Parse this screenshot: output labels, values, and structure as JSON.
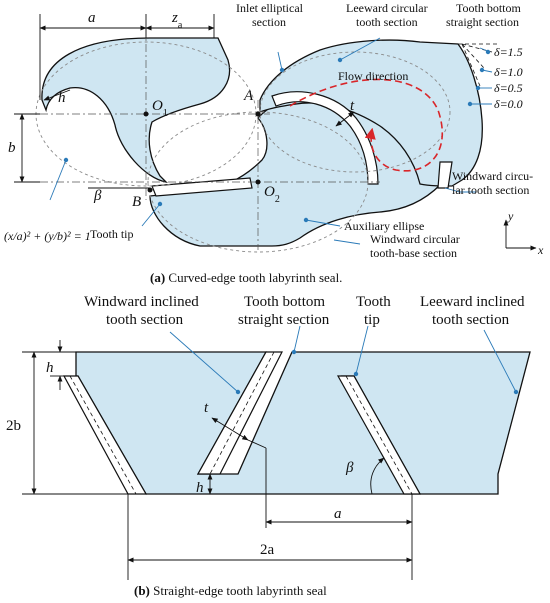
{
  "panel_a": {
    "labels": {
      "a": "a",
      "za": "z",
      "za_sub": "a",
      "h": "h",
      "b": "b",
      "beta": "β",
      "O1": "O",
      "O1_sub": "1",
      "O2": "O",
      "O2_sub": "2",
      "A": "A",
      "B": "B",
      "t": "t",
      "inlet": [
        "Inlet elliptical",
        "section"
      ],
      "leeward": [
        "Leeward circular",
        "tooth section"
      ],
      "bottom_straight": [
        "Tooth bottom",
        "straight section"
      ],
      "flow": "Flow direction",
      "windward_circ": [
        "Windward circu-",
        "lar tooth section"
      ],
      "aux": "Auxiliary ellipse",
      "windward_base": [
        "Windward circular",
        "tooth-base section"
      ],
      "tooth_tip": "Tooth tip",
      "delta": [
        "δ=1.5",
        "δ=1.0",
        "δ=0.5",
        "δ=0.0"
      ],
      "axis_y": "y",
      "axis_x": "x",
      "equation": "(x/a)² + (y/b)² = 1"
    },
    "caption_bold": "(a)",
    "caption": " Curved-edge tooth labyrinth seal."
  },
  "panel_b": {
    "labels": {
      "windward_inclined": [
        "Windward inclined",
        "tooth section"
      ],
      "bottom_straight": [
        "Tooth bottom",
        "straight section"
      ],
      "tooth_tip": [
        "Tooth",
        "tip"
      ],
      "leeward_inclined": [
        "Leeward inclined",
        "tooth section"
      ],
      "h_top": "h",
      "two_b": "2b",
      "t": "t",
      "h_bottom": "h",
      "beta": "β",
      "a": "a",
      "two_a": "2a"
    },
    "caption_bold": "(b)",
    "caption": " Straight-edge tooth labyrinth seal"
  },
  "colors": {
    "fluid_fill": "#cfe6f2",
    "leader": "#2a7ab8",
    "flow_arrow": "#d9262a"
  }
}
